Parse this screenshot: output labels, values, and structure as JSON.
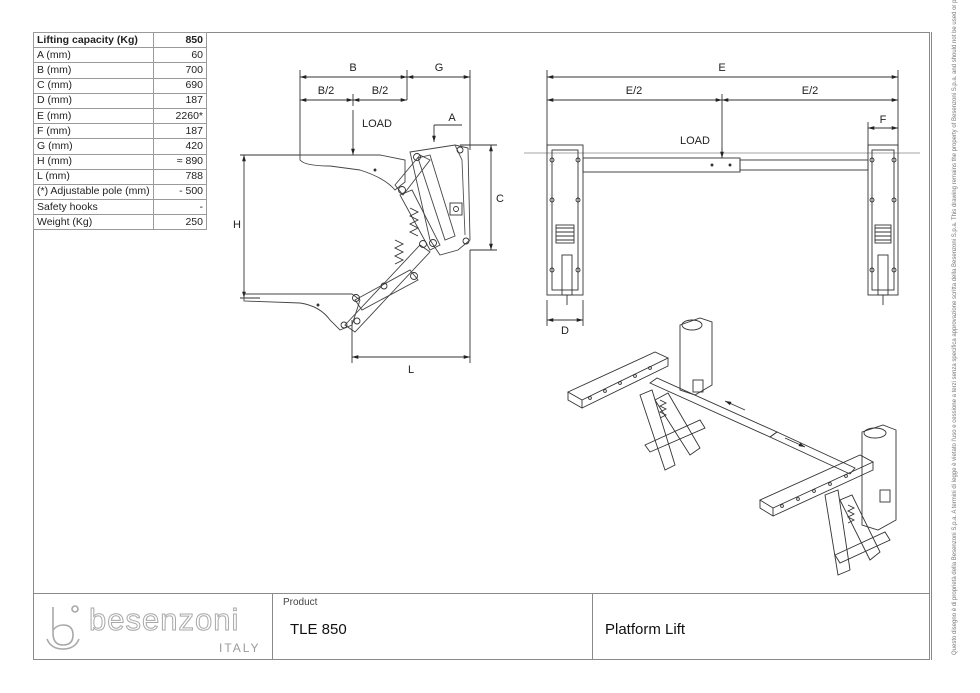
{
  "specs": [
    {
      "label": "Lifting capacity (Kg)",
      "value": "850"
    },
    {
      "label": "A (mm)",
      "value": "60"
    },
    {
      "label": "B (mm)",
      "value": "700"
    },
    {
      "label": "C (mm)",
      "value": "690"
    },
    {
      "label": "D (mm)",
      "value": "187"
    },
    {
      "label": "E (mm)",
      "value": "2260*"
    },
    {
      "label": "F (mm)",
      "value": "187"
    },
    {
      "label": "G (mm)",
      "value": "420"
    },
    {
      "label": "H (mm)",
      "value": "≈ 890"
    },
    {
      "label": "L (mm)",
      "value": "788"
    },
    {
      "label": "(*) Adjustable pole (mm)",
      "value": "- 500"
    },
    {
      "label": "Safety hooks",
      "value": "-"
    },
    {
      "label": "Weight (Kg)",
      "value": "250"
    }
  ],
  "dimensions": {
    "b": "B",
    "b_half": "B/2",
    "g": "G",
    "a": "A",
    "c": "C",
    "h": "H",
    "l": "L",
    "e": "E",
    "e_half": "E/2",
    "f": "F",
    "d": "D",
    "load": "LOAD"
  },
  "title_block": {
    "logo": "besenzoni",
    "logo_sub": "ITALY",
    "product_label": "Product",
    "product": "TLE 850",
    "description": "Platform Lift"
  },
  "copyright_note": "Questo disegno è di proprietà della Besenzoni S.p.a. A termini di legge è vietato l'uso e cessione a terzi senza specifica approvazione scritta della Besenzoni S.p.a. This drawing remains the property of Besenzoni S.p.a. and should not be used or passed on to a third party under any circumstance without the written permission of Besenzoni S.p.a."
}
